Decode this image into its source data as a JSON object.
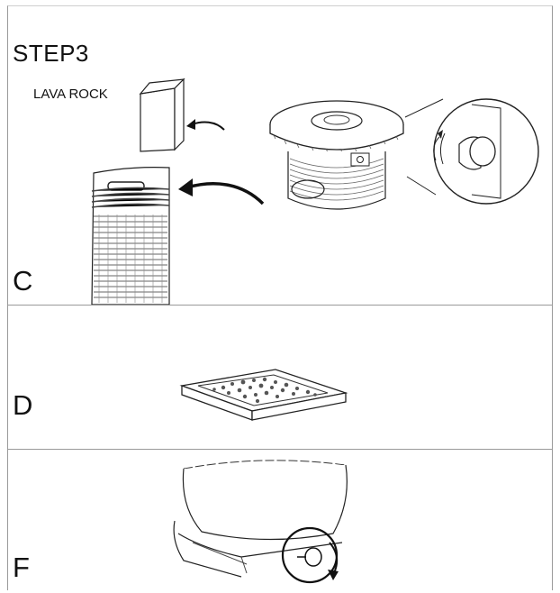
{
  "step": {
    "title": "STEP3"
  },
  "panel_c": {
    "letter": "C",
    "box_label": "LAVA ROCK"
  },
  "panel_d": {
    "letter": "D"
  },
  "panel_f": {
    "letter": "F"
  },
  "colors": {
    "line": "#1a1a1a",
    "divider": "#9a9a9a",
    "background": "#ffffff"
  },
  "icons": [
    "lava-rock-box-icon",
    "fire-table-icon",
    "knob-detail-icon",
    "rope-cover-icon",
    "lava-rock-tray-icon",
    "burner-knob-icon",
    "arrow-icon",
    "rotate-arrow-icon"
  ]
}
